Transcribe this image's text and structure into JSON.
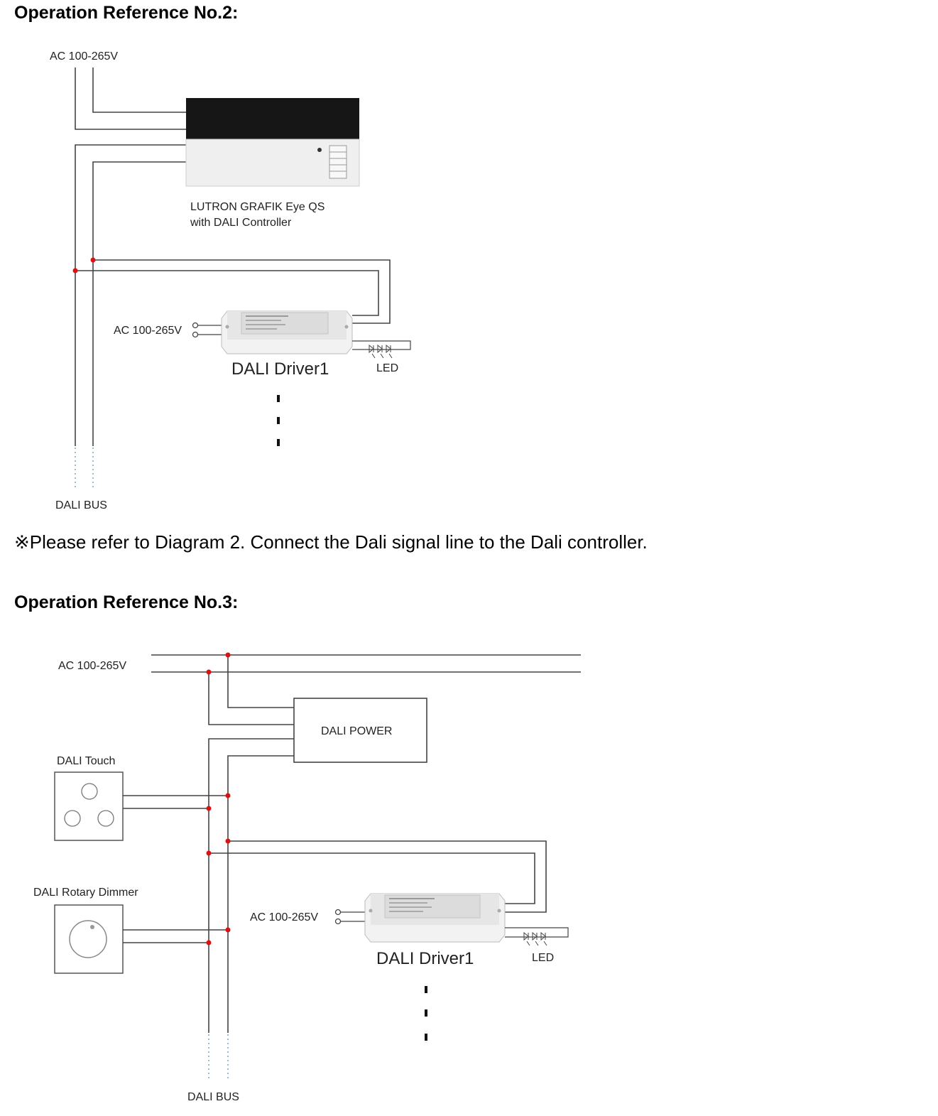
{
  "section2": {
    "heading": "Operation Reference No.2:",
    "ac_label_top": "AC 100-265V",
    "controller_label_line1": "LUTRON GRAFIK Eye QS",
    "controller_label_line2": "with DALI Controller",
    "driver_ac_label": "AC 100-265V",
    "driver_label": "DALI Driver1",
    "led_label": "LED",
    "bus_label": "DALI BUS"
  },
  "note": "※Please refer to Diagram 2. Connect the Dali signal line to the Dali controller.",
  "section3": {
    "heading": "Operation Reference No.3:",
    "ac_label_top": "AC 100-265V",
    "power_label": "DALI POWER",
    "touch_label": "DALI Touch",
    "rotary_label": "DALI Rotary Dimmer",
    "driver_ac_label": "AC 100-265V",
    "driver_label": "DALI Driver1",
    "led_label": "LED",
    "bus_label": "DALI BUS"
  },
  "colors": {
    "junction": "#d11111",
    "wire": "#444444",
    "controller_top": "#161616"
  }
}
